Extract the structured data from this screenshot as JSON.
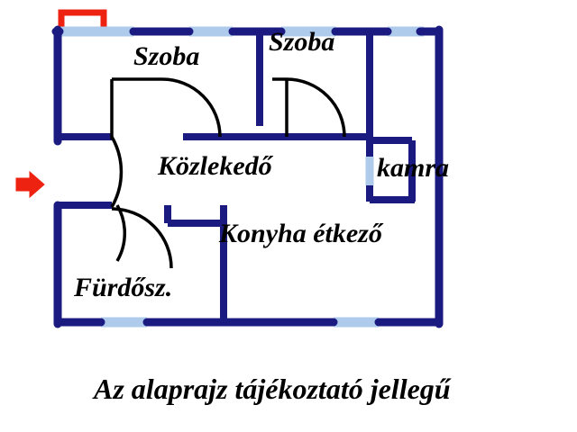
{
  "plan": {
    "rooms": [
      {
        "id": "szoba-1",
        "label": "Szoba"
      },
      {
        "id": "szoba-2",
        "label": "Szoba"
      },
      {
        "id": "kozlekedo",
        "label": "Közlekedő"
      },
      {
        "id": "kamra",
        "label": "kamra"
      },
      {
        "id": "konyha-etkezo",
        "label": "Konyha étkező"
      },
      {
        "id": "furdoszoba",
        "label": "Fürdősz."
      }
    ],
    "caption": "Az alaprajz tájékoztató jellegű",
    "colors": {
      "wall": "#1a1a80",
      "window": "#aecbeb",
      "balcony": "#ee2211",
      "entrance_arrow": "#ee2211",
      "door_swing": "#000000",
      "background": "#ffffff",
      "text": "#000000"
    },
    "markers": {
      "entrance_arrow": "right-arrow-icon",
      "balcony": "balcony-outline"
    }
  }
}
